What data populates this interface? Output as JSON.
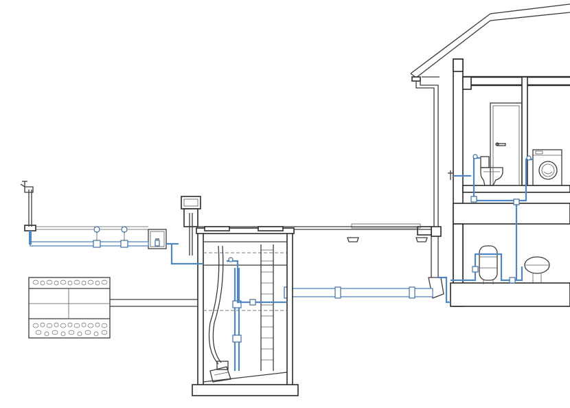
{
  "diagram": {
    "components": [
      "garden-tap",
      "inlet-pipe",
      "filter-shaft",
      "control-box",
      "rainwater-tank",
      "submersible-pump",
      "ladder",
      "overflow-pipe",
      "infiltration-tunnel",
      "downpipe",
      "house",
      "door",
      "toilet",
      "washing-machine",
      "pressure-vessel",
      "pressure-tank"
    ],
    "icons": [
      "tap-icon",
      "valve-icon",
      "pump-icon",
      "toilet-icon",
      "washing-machine-icon"
    ],
    "colors": {
      "line": "#3a3a3a",
      "water_pipe": "#4f86c6",
      "background": "#ffffff"
    }
  }
}
